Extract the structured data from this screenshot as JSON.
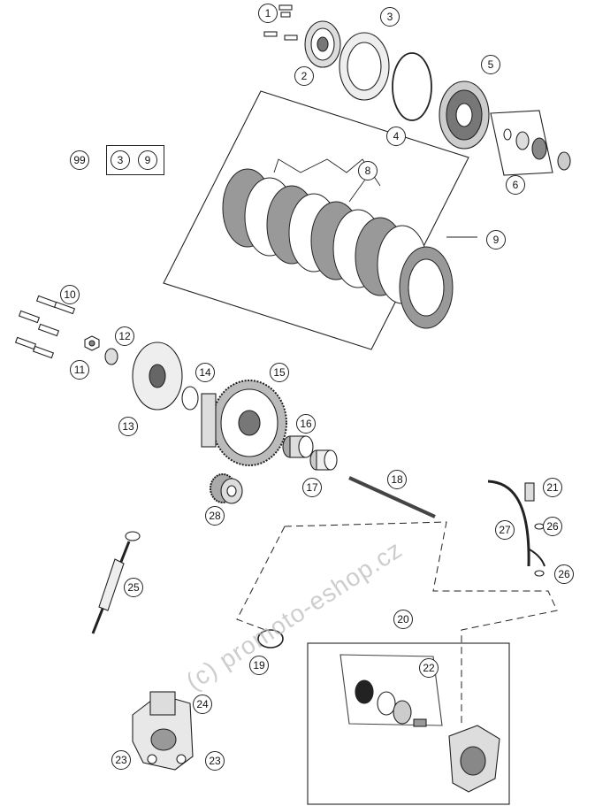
{
  "diagram": {
    "callouts": [
      {
        "id": "c1",
        "label": "1"
      },
      {
        "id": "c2",
        "label": "2"
      },
      {
        "id": "c3",
        "label": "3"
      },
      {
        "id": "c4",
        "label": "4"
      },
      {
        "id": "c5",
        "label": "5"
      },
      {
        "id": "c6",
        "label": "6"
      },
      {
        "id": "c8",
        "label": "8"
      },
      {
        "id": "c9",
        "label": "9"
      },
      {
        "id": "c99",
        "label": "99"
      },
      {
        "id": "c99a",
        "label": "3"
      },
      {
        "id": "c99b",
        "label": "9"
      },
      {
        "id": "c10",
        "label": "10"
      },
      {
        "id": "c11",
        "label": "11"
      },
      {
        "id": "c12",
        "label": "12"
      },
      {
        "id": "c13",
        "label": "13"
      },
      {
        "id": "c14",
        "label": "14"
      },
      {
        "id": "c15",
        "label": "15"
      },
      {
        "id": "c16",
        "label": "16"
      },
      {
        "id": "c17",
        "label": "17"
      },
      {
        "id": "c18",
        "label": "18"
      },
      {
        "id": "c19",
        "label": "19"
      },
      {
        "id": "c20",
        "label": "20"
      },
      {
        "id": "c21",
        "label": "21"
      },
      {
        "id": "c22",
        "label": "22"
      },
      {
        "id": "c23a",
        "label": "23"
      },
      {
        "id": "c23b",
        "label": "23"
      },
      {
        "id": "c24",
        "label": "24"
      },
      {
        "id": "c25",
        "label": "25"
      },
      {
        "id": "c26a",
        "label": "26"
      },
      {
        "id": "c26b",
        "label": "26"
      },
      {
        "id": "c27",
        "label": "27"
      },
      {
        "id": "c28",
        "label": "28"
      }
    ],
    "watermark": "(c) promoto-eshop.cz"
  }
}
